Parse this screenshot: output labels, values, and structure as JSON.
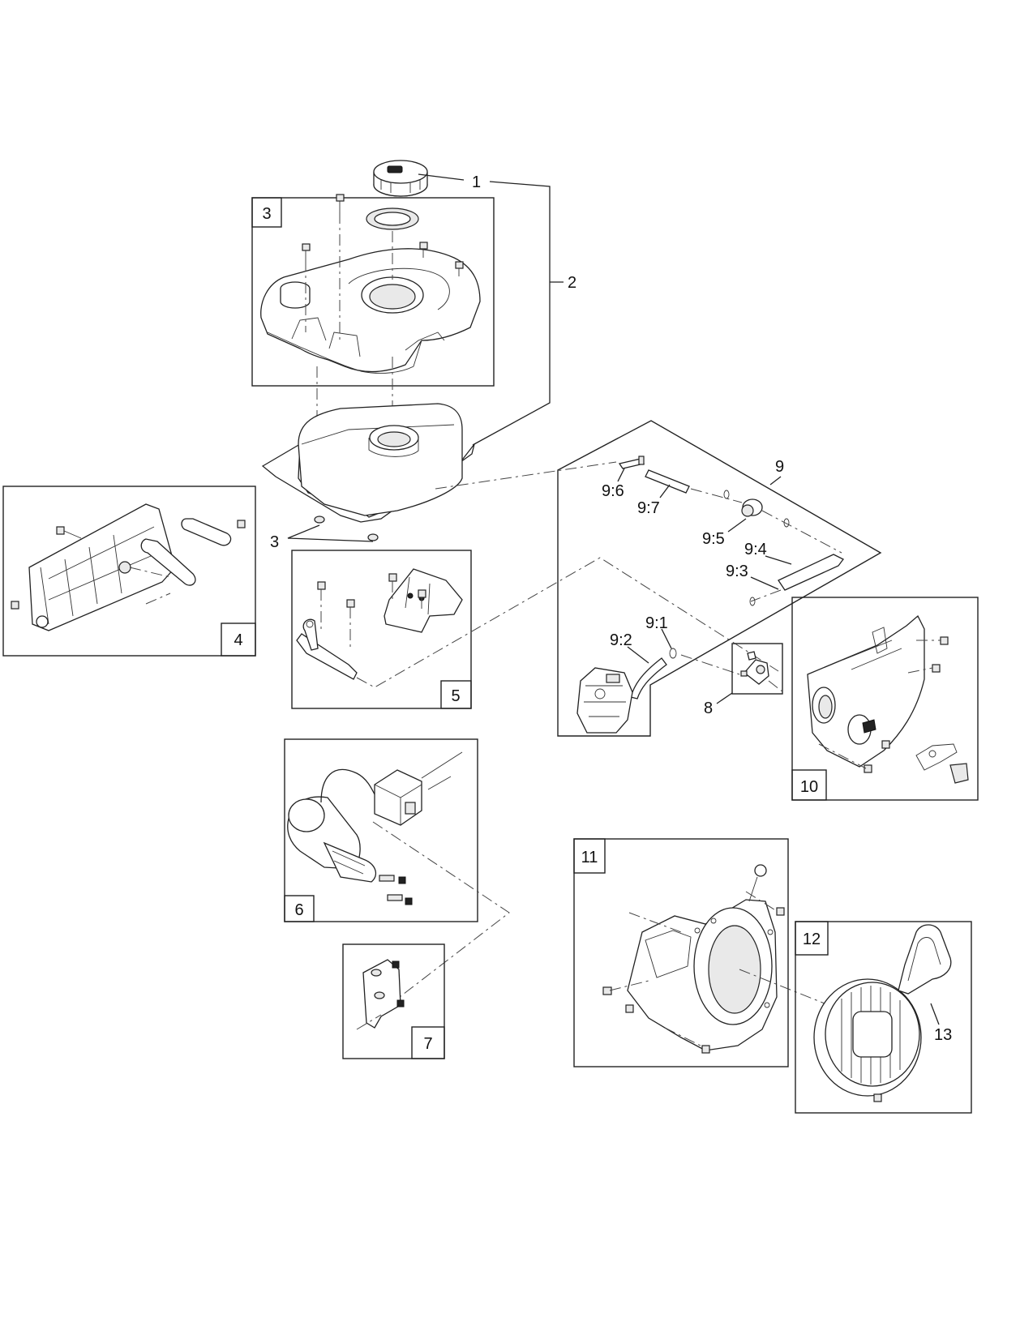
{
  "callouts": {
    "c1": "1",
    "c2": "2",
    "c3": "3",
    "c8": "8",
    "c9": "9",
    "c9_1": "9:1",
    "c9_2": "9:2",
    "c9_3": "9:3",
    "c9_4": "9:4",
    "c9_5": "9:5",
    "c9_6": "9:6",
    "c9_7": "9:7",
    "c13": "13"
  },
  "boxes": {
    "b3": "3",
    "b4": "4",
    "b5": "5",
    "b6": "6",
    "b7": "7",
    "b10": "10",
    "b11": "11",
    "b12": "12"
  }
}
